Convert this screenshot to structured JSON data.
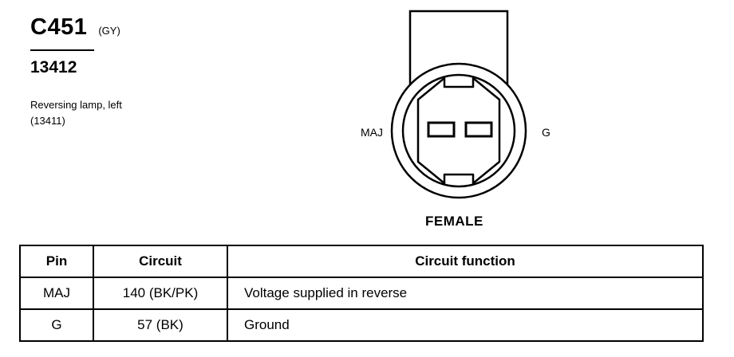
{
  "connector": {
    "id": "C451",
    "color_code": "(GY)",
    "part_number": "13412",
    "description_line1": "Reversing lamp, left",
    "description_line2": "(13411)"
  },
  "diagram": {
    "pin_left_label": "MAJ",
    "pin_right_label": "G",
    "gender_label": "FEMALE"
  },
  "table": {
    "headers": [
      "Pin",
      "Circuit",
      "Circuit function"
    ],
    "rows": [
      {
        "pin": "MAJ",
        "circuit": "140 (BK/PK)",
        "function": "Voltage supplied in reverse"
      },
      {
        "pin": "G",
        "circuit": "57 (BK)",
        "function": "Ground"
      }
    ]
  }
}
